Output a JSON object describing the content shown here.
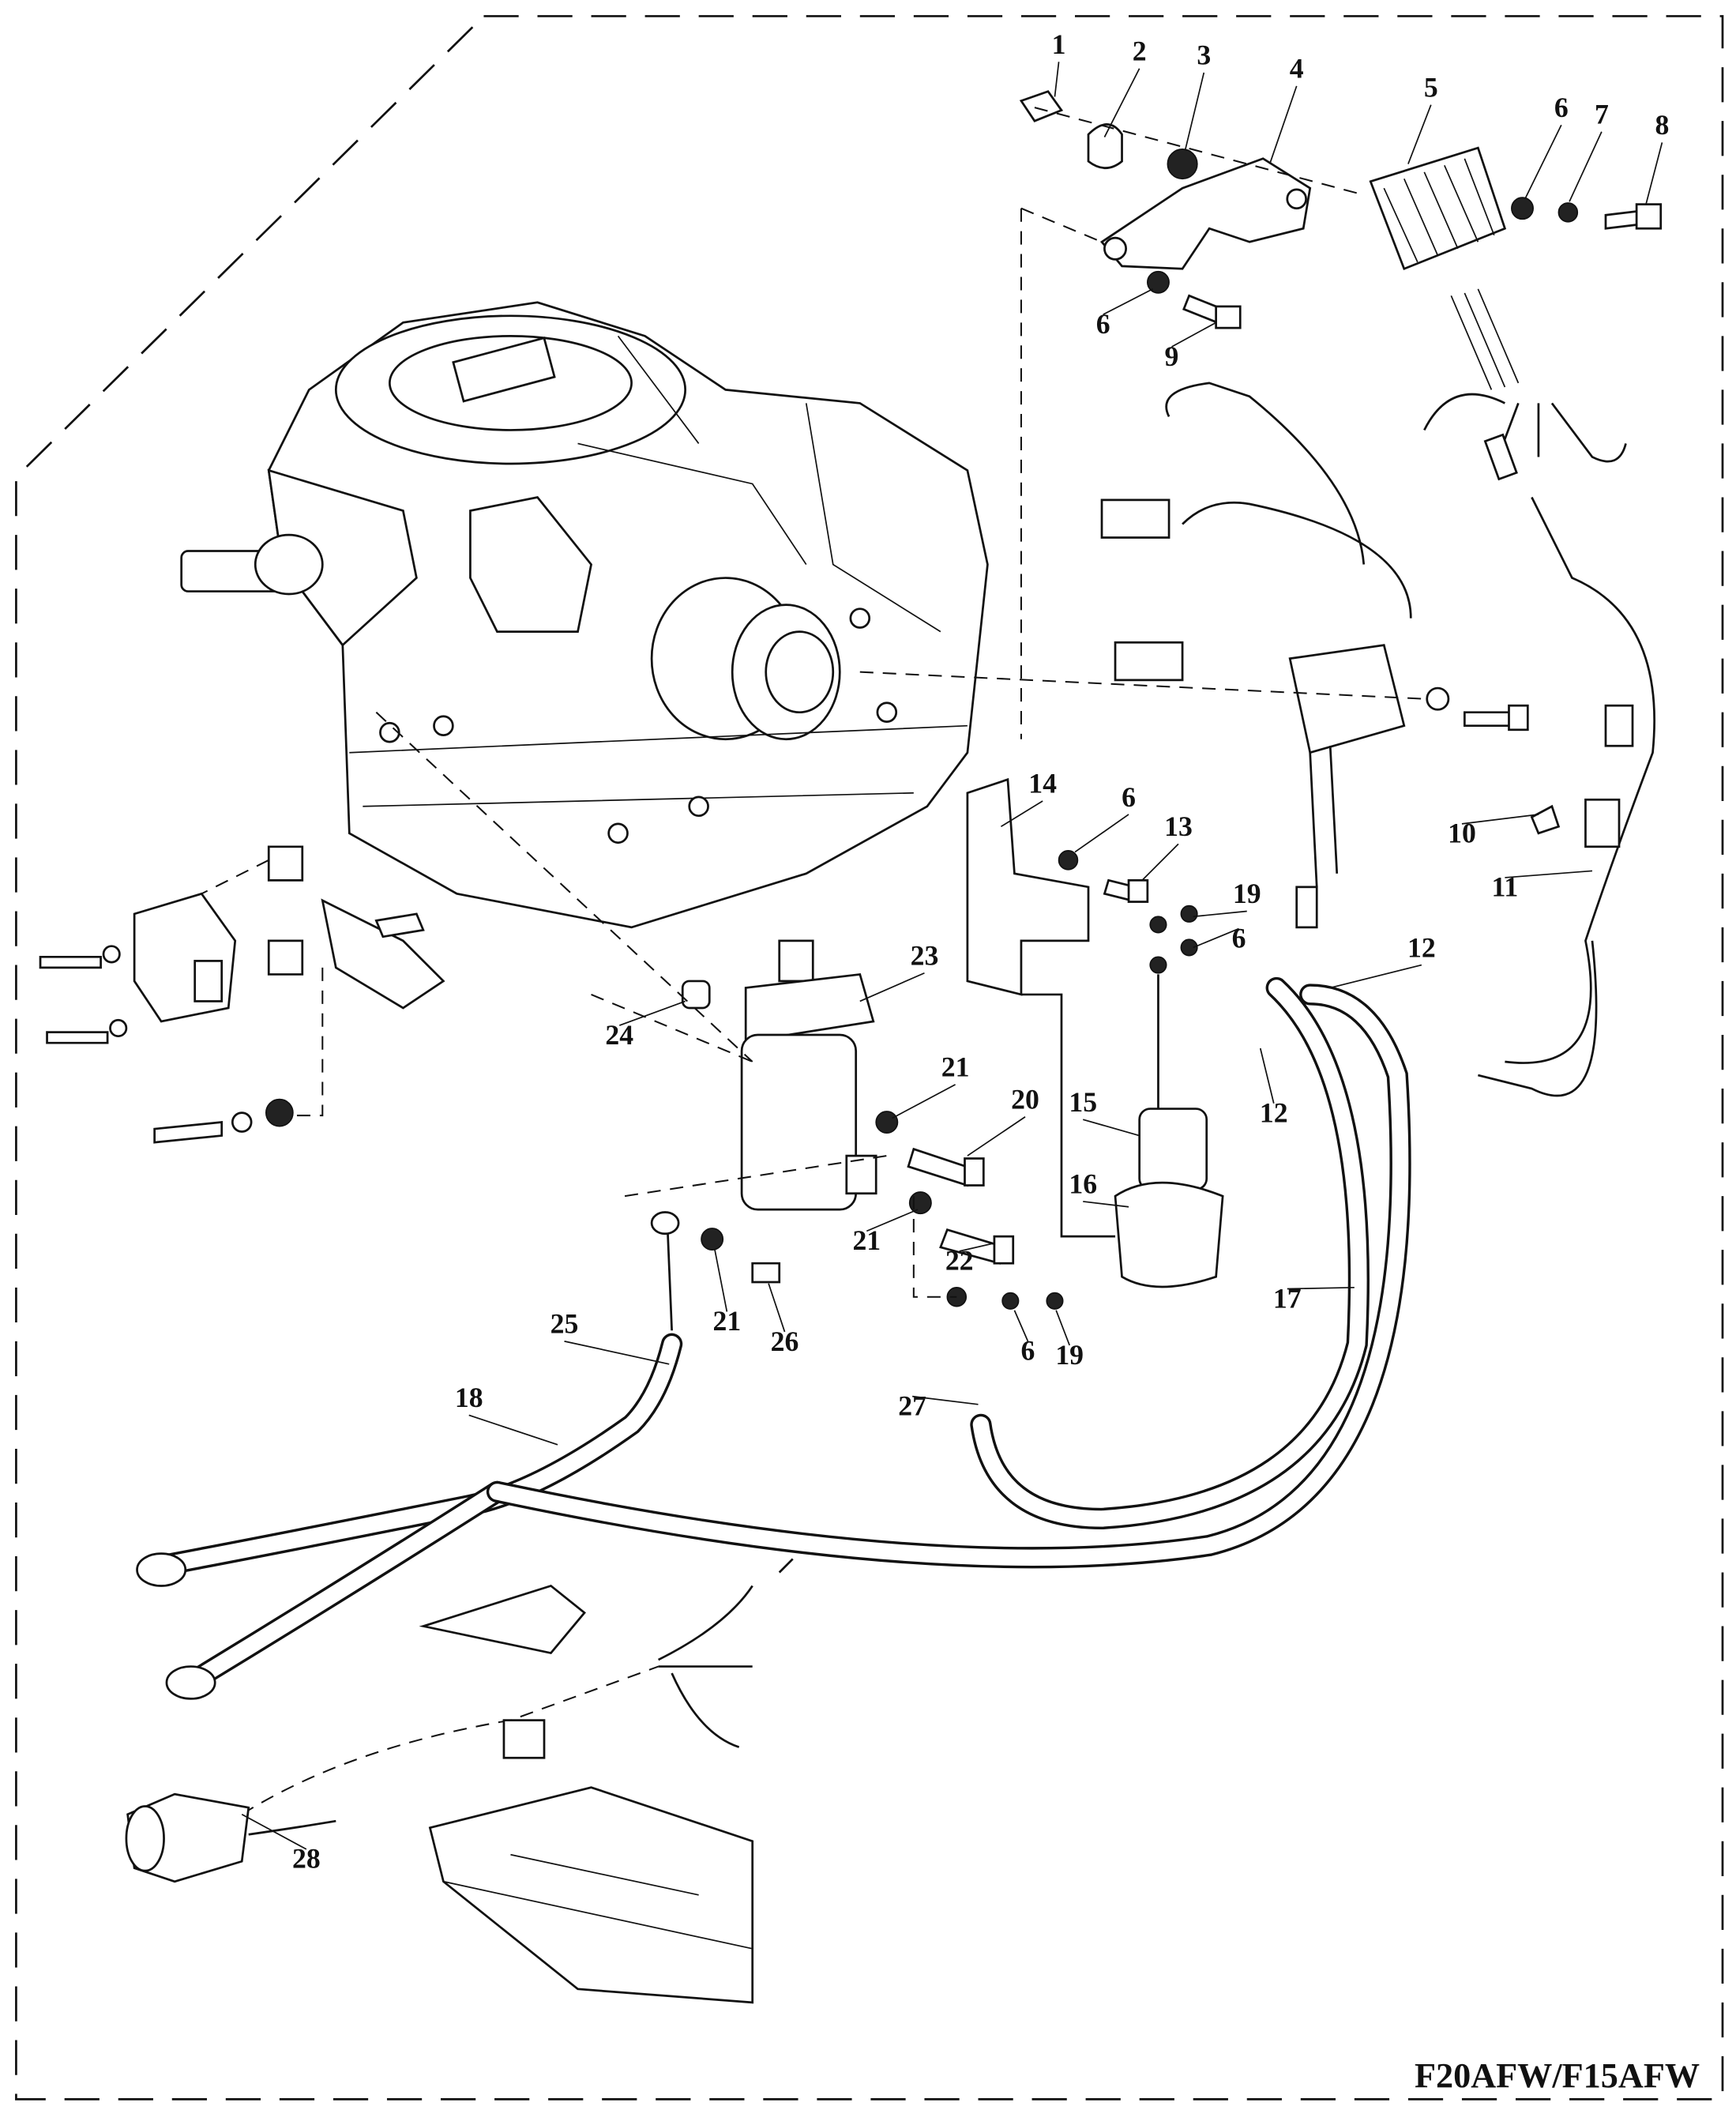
{
  "diagram": {
    "model_label": "F20AFW/F15AFW",
    "callouts": [
      "1",
      "2",
      "3",
      "4",
      "5",
      "6",
      "7",
      "8",
      "6",
      "9",
      "14",
      "6",
      "13",
      "10",
      "11",
      "19",
      "6",
      "12",
      "12",
      "23",
      "21",
      "20",
      "24",
      "15",
      "16",
      "17",
      "21",
      "22",
      "21",
      "26",
      "6",
      "19",
      "25",
      "18",
      "27",
      "28"
    ]
  }
}
